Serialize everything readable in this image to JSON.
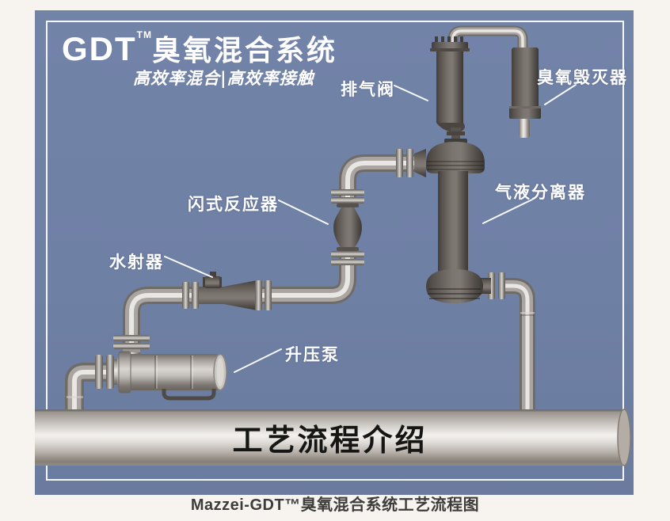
{
  "page": {
    "background_color": "#f7f4ef",
    "caption": "Mazzei-GDT™臭氧混合系统工艺流程图"
  },
  "panel": {
    "background_color": "#6f80a5",
    "border_color": "#ffffff",
    "header": {
      "brand": "GDT",
      "trademark": "TM",
      "product": "臭氧混合系统",
      "tagline": "高效率混合|高效率接触"
    },
    "equipment_labels": {
      "exhaust_valve": "排气阀",
      "ozone_destructor": "臭氧毁灭器",
      "flash_reactor": "闪式反应器",
      "gas_liquid_separator": "气液分离器",
      "water_injector": "水射器",
      "booster_pump": "升压泵"
    },
    "banner_pipe_text": "工艺流程介绍",
    "colors": {
      "dark_equipment": "#5c5651",
      "light_pipe": "#d6d3cf",
      "banner_text": "#161614",
      "label_text": "#ffffff"
    }
  }
}
